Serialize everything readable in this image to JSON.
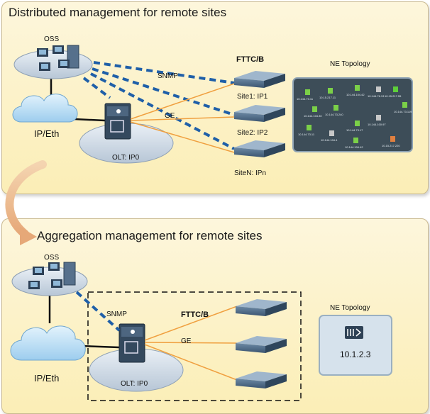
{
  "top_panel": {
    "title": "Distributed management for remote sites",
    "oss": "OSS",
    "cloud": "IP/Eth",
    "olt": "OLT: IP0",
    "snmp": "SNMP",
    "ge": "GE",
    "fttc": "FTTC/B",
    "sites": [
      "Site1: IP1",
      "Site2: IP2",
      "SiteN: IPn"
    ],
    "ne_topology": "NE Topology",
    "ne_nodes": [
      "10.144.73.11",
      "10.15.217.11",
      "10.144.104.42",
      "10.144.76.13",
      "10.15.217.55",
      "10.144.73.119",
      "10.144.104.30",
      "10.144.73.240",
      "10.144.73.17",
      "10.144.100.97",
      "10.144.73.11",
      "10.144.104.4",
      "10.144.104.42",
      "10.15.217.220"
    ]
  },
  "bottom_panel": {
    "title": "Aggregation management for remote sites",
    "oss": "OSS",
    "cloud": "IP/Eth",
    "olt": "OLT: IP0",
    "snmp": "SNMP",
    "ge": "GE",
    "fttc": "FTTC/B",
    "ne_topology": "NE Topology",
    "ne_ip": "10.1.2.3"
  },
  "colors": {
    "snmp_line": "#1f5fa8",
    "ge_line": "#f0a040",
    "panel_bg": "#fbf0c0",
    "ne_bg": "#3d4d58"
  }
}
